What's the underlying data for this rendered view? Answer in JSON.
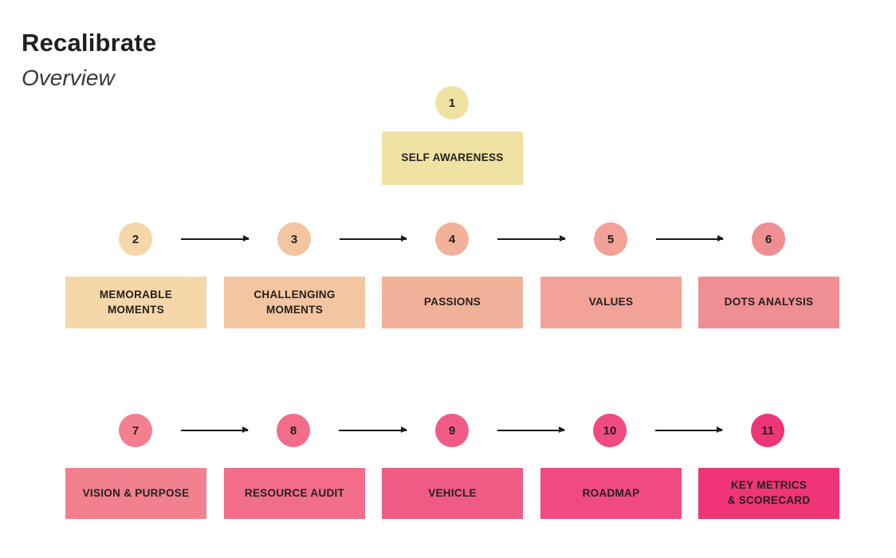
{
  "header": {
    "title": "Recalibrate",
    "subtitle": "Overview"
  },
  "colors": {
    "background": "#ffffff",
    "arrow": "#1a1a1a",
    "text": "#25211f"
  },
  "steps": [
    {
      "num": "1",
      "label": "SELF AWARENESS",
      "color": "#F0E2A2"
    },
    {
      "num": "2",
      "label": "MEMORABLE\nMOMENTS",
      "color": "#F5D7A9"
    },
    {
      "num": "3",
      "label": "CHALLENGING\nMOMENTS",
      "color": "#F3C5A0"
    },
    {
      "num": "4",
      "label": "PASSIONS",
      "color": "#F2B29A"
    },
    {
      "num": "5",
      "label": "VALUES",
      "color": "#F2A296"
    },
    {
      "num": "6",
      "label": "DOTS ANALYSIS",
      "color": "#F08F93"
    },
    {
      "num": "7",
      "label": "VISION & PURPOSE",
      "color": "#F2808E"
    },
    {
      "num": "8",
      "label": "RESOURCE AUDIT",
      "color": "#F16D8A"
    },
    {
      "num": "9",
      "label": "VEHICLE",
      "color": "#F05B86"
    },
    {
      "num": "10",
      "label": "ROADMAP",
      "color": "#F04A81"
    },
    {
      "num": "11",
      "label": "KEY METRICS\n& SCORECARD",
      "color": "#EF3478"
    }
  ]
}
